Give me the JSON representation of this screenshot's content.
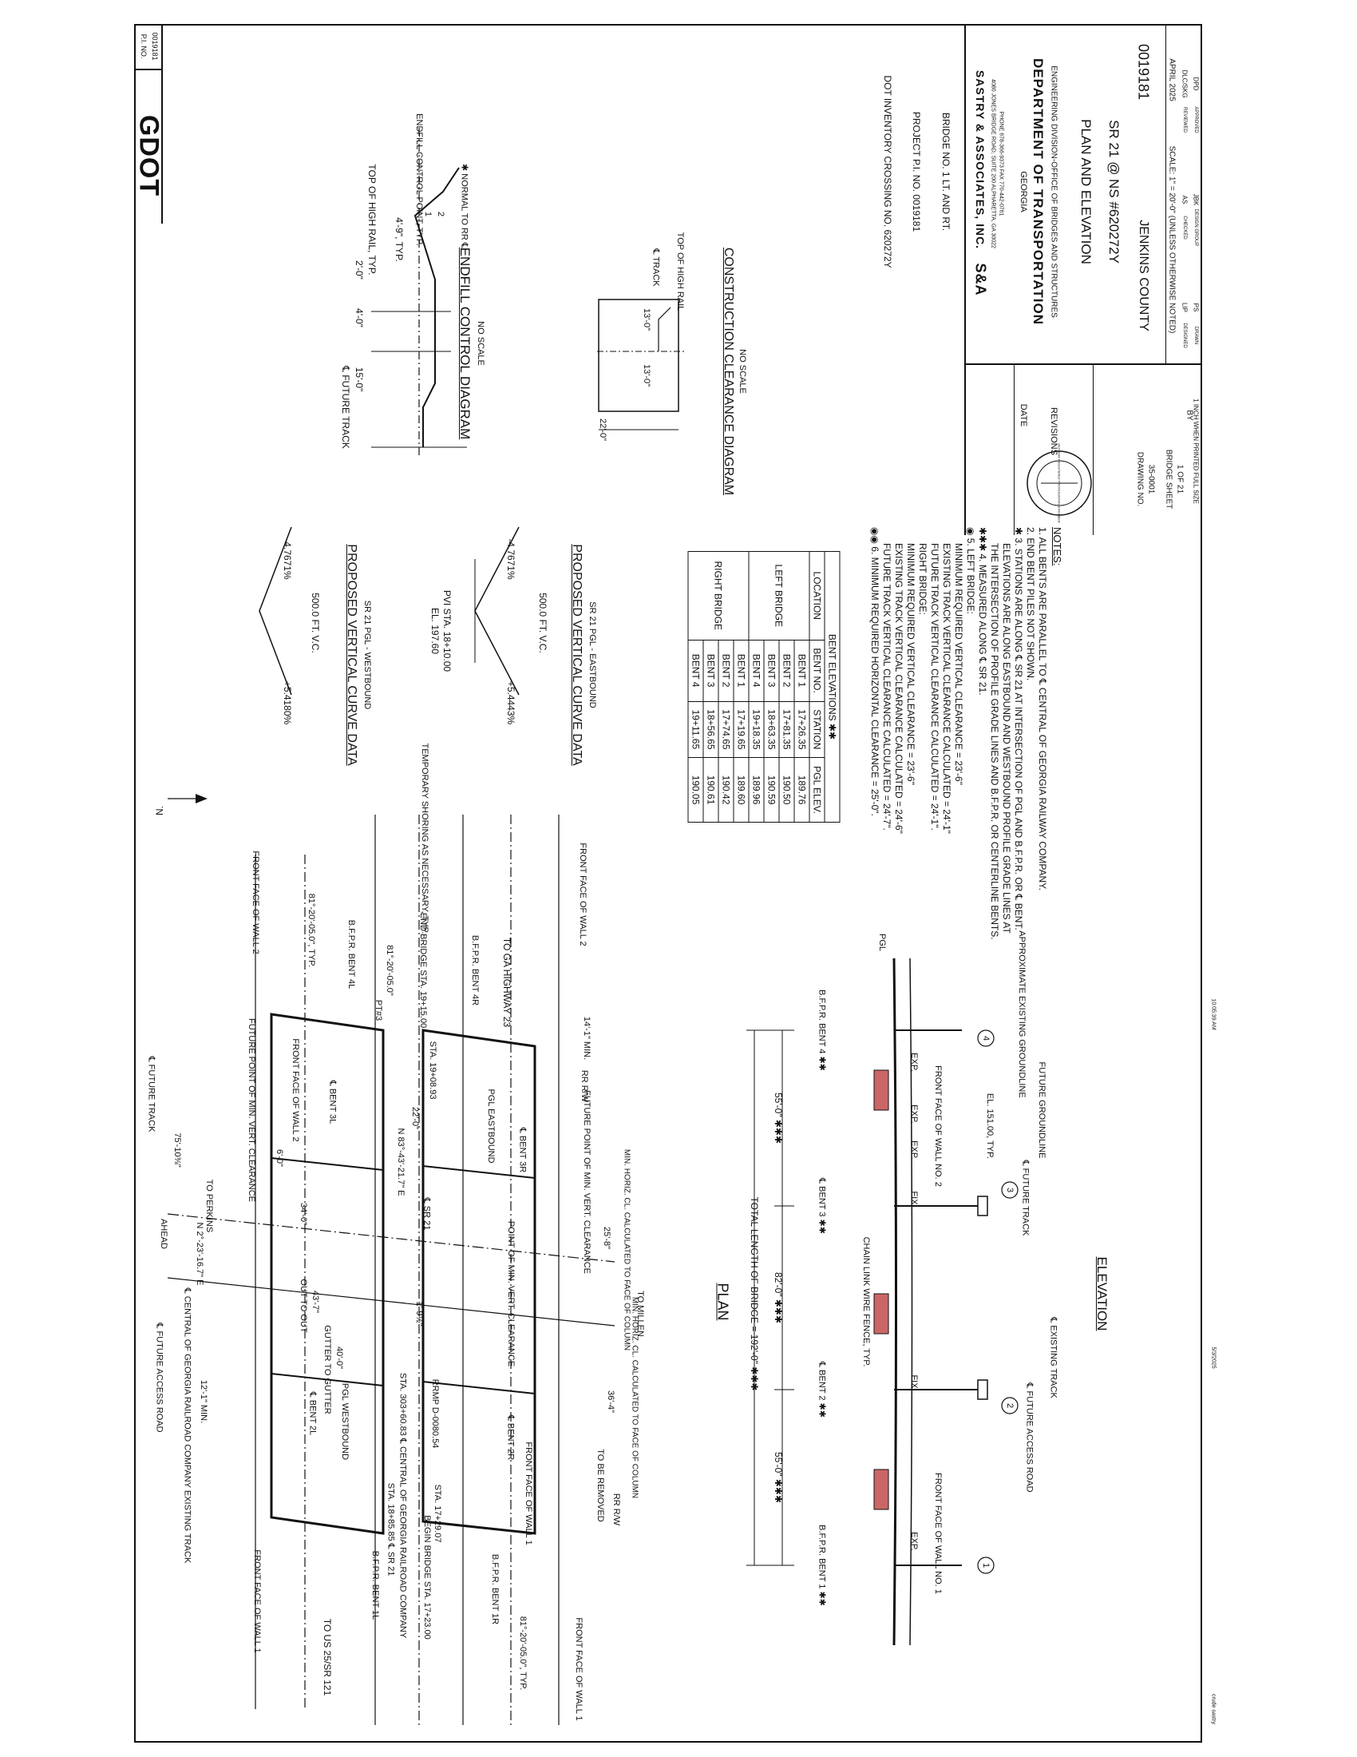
{
  "logo": {
    "text": "GDOT"
  },
  "header_pi": {
    "label": "P.I. NO.",
    "value": "0019181"
  },
  "title_block": {
    "dot_inventory": "DOT INVENTORY CROSSING NO. 620272Y",
    "project_pi": "PROJECT P.I. NO. 0019181",
    "bridge_no": "BRIDGE NO. 1 LT. AND RT.",
    "firm_name": "SASTRY & ASSOCIATES, INC.",
    "firm_address": "4080 JONES BRIDGE ROAD, SUITE 200 ALPHARETTA, GA 30022",
    "firm_phone": "PHONE 678-366-9373    FAX 770-442-0761",
    "state": "GEORGIA",
    "department": "DEPARTMENT OF TRANSPORTATION",
    "division": "ENGINEERING DIVISION-OFFICE OF BRIDGES AND STRUCTURES",
    "sheet_title": "PLAN AND ELEVATION",
    "route": "SR 21 @ NS #620272Y",
    "county": "JENKINS COUNTY",
    "pi_number": "0019181",
    "date": "APRIL 2025",
    "scale": "SCALE: 1\" = 20'-0\" (UNLESS OTHERWISE NOTED)",
    "revisions_label": "REVISIONS",
    "date_label": "DATE",
    "by_label": "BY",
    "drawing_no_label": "DRAWING NO.",
    "drawing_no": "35-0001",
    "bridge_sheet_label": "BRIDGE SHEET",
    "bridge_sheet": "1 OF 21",
    "designed_label": "DESIGNED",
    "designed": "LIP",
    "checked_label": "CHECKED",
    "checked": "AS",
    "reviewed_label": "REVIEWED",
    "reviewed": "DLC/SKG",
    "drawn_label": "DRAWN",
    "drawn": "PS",
    "design_group_label": "DESIGN GROUP",
    "design_group": "JBK",
    "approved_label": "APPROVED",
    "approved": "DPD",
    "full_size_note": "1 INCH WHEN PRINTED FULL SIZE",
    "seal_text": "GEORGIA REGISTERED PROFESSIONAL ENGINEER"
  },
  "endfill": {
    "title": "ENDFILL CONTROL DIAGRAM",
    "subtitle": "NO SCALE",
    "future_track": "℄ FUTURE TRACK",
    "d15": "15'-0\"",
    "d4": "4'-0\"",
    "d2": "2'-0\"",
    "d49": "4'-9\", TYP.",
    "top_high_rail": "TOP OF HIGH RAIL, TYP.",
    "endfill_point": "ENDFILL CONTROL POINT, TYP.",
    "normal_rr": "✱ NORMAL TO RR ℄",
    "slope_1": "1",
    "slope_2": "2"
  },
  "construction": {
    "title": "CONSTRUCTION CLEARANCE DIAGRAM",
    "subtitle": "NO SCALE",
    "track": "℄ TRACK",
    "top_high_rail": "TOP OF HIGH RAIL",
    "d13a": "13'-0\"",
    "d13b": "13'-0\"",
    "d22": "22'-0\""
  },
  "curve_wb": {
    "title": "PROPOSED VERTICAL CURVE DATA",
    "subtitle": "SR 21 PGL - WESTBOUND",
    "g1": "+5.4180%",
    "g2": "-4.7671%",
    "vc": "500.0 FT. V.C."
  },
  "curve_eb": {
    "title": "PROPOSED VERTICAL CURVE DATA",
    "subtitle": "SR 21 PGL - EASTBOUND",
    "g1": "+5.4443%",
    "g2": "-4.7671%",
    "vc": "500.0 FT. V.C.",
    "pvi": "PVI STA. 18+10.00",
    "el": "EL. 197.60"
  },
  "bent_elevations": {
    "title": "BENT ELEVATIONS ✱✱",
    "headers": [
      "LOCATION",
      "BENT NO.",
      "STATION",
      "PGL ELEV."
    ],
    "groups": [
      {
        "location": "LEFT BRIDGE",
        "rows": [
          [
            "BENT 1",
            "17+26.35",
            "189.76"
          ],
          [
            "BENT 2",
            "17+81.35",
            "190.50"
          ],
          [
            "BENT 3",
            "18+63.35",
            "190.59"
          ],
          [
            "BENT 4",
            "19+18.35",
            "189.96"
          ]
        ]
      },
      {
        "location": "RIGHT BRIDGE",
        "rows": [
          [
            "BENT 1",
            "17+19.65",
            "189.60"
          ],
          [
            "BENT 2",
            "17+74.65",
            "190.42"
          ],
          [
            "BENT 3",
            "18+56.65",
            "190.61"
          ],
          [
            "BENT 4",
            "19+11.65",
            "190.05"
          ]
        ]
      }
    ]
  },
  "notes": {
    "title": "NOTES:",
    "items": [
      "1. ALL BENTS ARE PARALLEL TO ℄ CENTRAL OF GEORGIA RAILWAY COMPANY.",
      "2. END BENT PILES NOT SHOWN.",
      "✱ 3. STATIONS ARE ALONG ℄ SR 21 AT INTERSECTION OF PGL AND B.F.P.R. OR ℄ BENT.",
      "ELEVATIONS ARE ALONG EASTBOUND AND WESTBOUND PROFILE GRADE LINES AT THE INTERSECTION OF PROFILE GRADE LINES AND B.F.P.R. OR CENTERLINE BENTS.",
      "✱✱✱ 4. MEASURED ALONG ℄ SR 21.",
      "◉ 5. LEFT BRIDGE:",
      "MINIMUM REQUIRED VERTICAL CLEARANCE = 23'-6\"",
      "EXISTING TRACK VERTICAL CLEARANCE CALCULATED = 24'-1\"",
      "FUTURE TRACK VERTICAL CLEARANCE CALCULATED = 24'-1\".",
      "RIGHT BRIDGE:",
      "MINIMUM REQUIRED VERTICAL CLEARANCE = 23'-6\"",
      "EXISTING TRACK VERTICAL CLEARANCE CALCULATED = 24'-6\"",
      "FUTURE TRACK VERTICAL CLEARANCE CALCULATED = 24'-7\".",
      "◉◉ 6. MINIMUM REQUIRED HORIZONTAL CLEARANCE = 25'-0\"."
    ]
  },
  "plan": {
    "title": "PLAN",
    "labels": [
      "FRONT FACE OF WALL 2",
      "81°-20'-05.0\", TYP.",
      "B.F.P.R. BENT 4L",
      "PT#3",
      "81°-20'-05.0\"",
      "TEMPORARY SHORING AS NECESSARY, TYP.",
      "END BRIDGE STA. 19+15.00",
      "STA. 19+08.93",
      "B.F.P.R. BENT 4R",
      "TO GA HIGHWAY 23",
      "FRONT FACE OF WALL 2",
      "℄ FUTURE TRACK",
      "75'-10⅜\"",
      "FUTURE POINT OF MIN. VERT. CLEARANCE",
      "FRONT FACE OF WALL 2",
      "℄ BENT 3L",
      "N 83°-43'-21.7\" E",
      "PGL EASTBOUND",
      "℄ BENT 3R",
      "TO PERKINS",
      "AHEAD",
      "N 2°-23'-16.7\" E",
      "FUTURE POINT OF MIN. VERT. CLEARANCE",
      "℄ SR 21",
      "25'-8\"",
      "MIN. HORIZ. CL. CALCULATED TO FACE OF COLUMN",
      "OUT TO OUT",
      "43'-7\"",
      "GUTTER TO GUTTER",
      "40'-0\"",
      "POINT OF MIN. VERT. CLEARANCE",
      "TO MILLEN",
      "36'-4\"",
      "MIN. HORIZ. CL. CALCULATED TO FACE OF COLUMN",
      "℄ BENT 2L",
      "PGL WESTBOUND",
      "RRMP D-0080.54",
      "℄ BENT 2R",
      "FRONT FACE OF WALL 1",
      "TO BE REMOVED",
      "℄ FUTURE ACCESS ROAD",
      "12'-1\" MIN.",
      "℄ CENTRAL OF GEORGIA RAILROAD COMPANY EXISTING TRACK",
      "STA. 18+85.85 ℄ SR 21",
      "STA. 303+60.83 ℄ CENTRAL OF GEORGIA RAILROAD COMPANY",
      "STA. 17+29.07",
      "BEGIN BRIDGE STA. 17+23.00",
      "B.F.P.R. BENT 1L",
      "B.F.P.R. BENT 1R",
      "81°-20'-05.0\", TYP.",
      "FRONT FACE OF WALL 1",
      "FRONT FACE OF WALL 1",
      "TO US 25/SR 121",
      "RR R/W",
      "RR R/W",
      "6'-0\"",
      "34'-0\"",
      "22'-0\"",
      "1'-9½\"",
      "14'-1\" MIN."
    ]
  },
  "elevation": {
    "title": "ELEVATION",
    "total_length": "TOTAL LENGTH OF BRIDGE = 192'-0\" ✱✱✱",
    "span1": "55'-0\" ✱✱✱",
    "span2": "82'-0\" ✱✱✱",
    "span3": "55'-0\" ✱✱✱",
    "bent1": "B.F.P.R. BENT 1 ✱✱",
    "bent2": "℄ BENT 2 ✱✱",
    "bent3": "℄ BENT 3 ✱✱",
    "bent4": "B.F.P.R. BENT 4 ✱✱",
    "pgl": "PGL",
    "labels": [
      "EXP.",
      "FRONT FACE OF WALL NO. 1",
      "FIX",
      "FIX",
      "CHAIN LINK WIRE FENCE, TYP.",
      "EXP.",
      "EXP.",
      "FRONT FACE OF WALL NO. 2",
      "EXP.",
      "EL. 151.00, TYP.",
      "FUTURE GROUNDLINE",
      "℄ FUTURE TRACK",
      "℄ EXISTING TRACK",
      "℄ FUTURE ACCESS ROAD",
      "APPROXIMATE EXISTING GROUNDLINE"
    ],
    "callouts": [
      "1",
      "2",
      "3",
      "4"
    ]
  },
  "footer": {
    "user": "crude sastry",
    "date": "5/3/2025",
    "time": "10:05:39 AM"
  }
}
